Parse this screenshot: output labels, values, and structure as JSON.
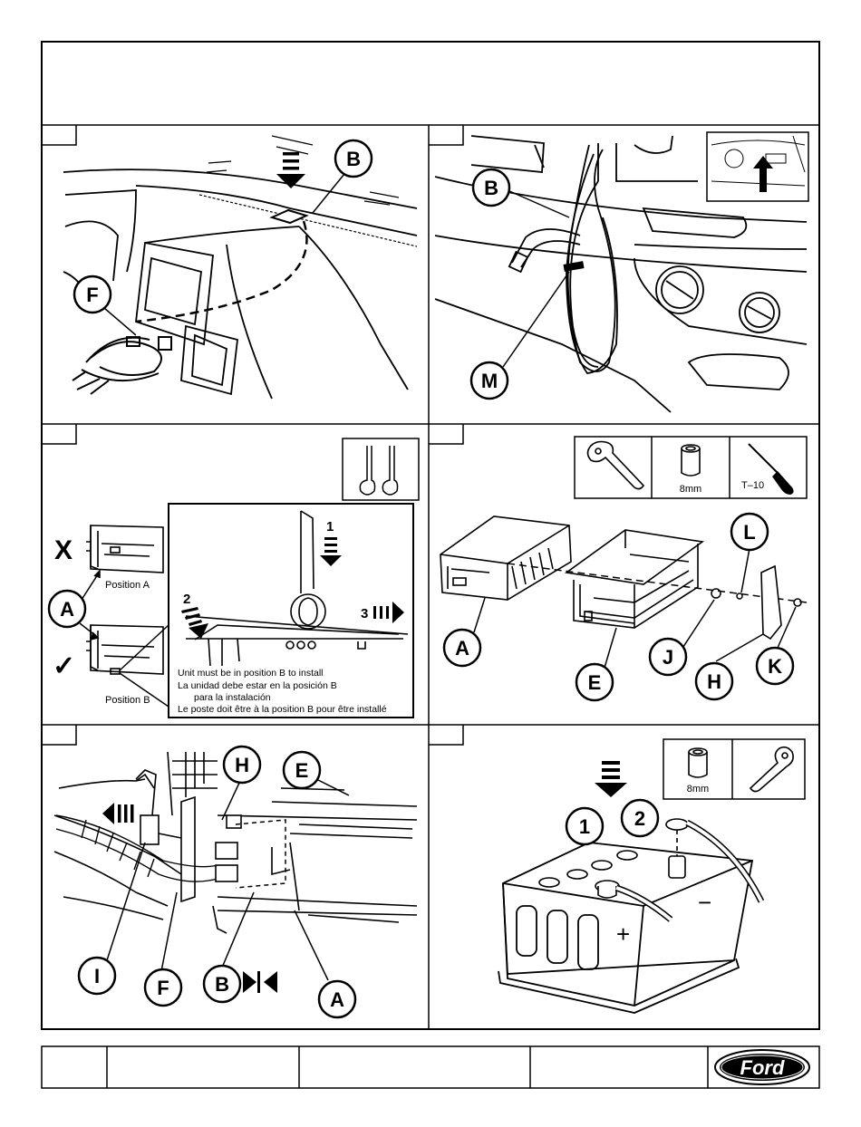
{
  "panels": {
    "p1": {
      "callouts": {
        "b": "B",
        "f": "F"
      }
    },
    "p2": {
      "callouts": {
        "b": "B",
        "m": "M"
      }
    },
    "p3": {
      "callouts": {
        "a": "A"
      },
      "mark_wrong": "X",
      "mark_right": "✓",
      "position_a": "Position A",
      "position_b": "Position B",
      "step1": "1",
      "step2": "2",
      "step3": "3",
      "note_en": "Unit must be in position B to install",
      "note_es_1": "La unidad debe estar en la posición B",
      "note_es_2": "para la instalación",
      "note_fr": "Le poste doit être à la position B pour être installé"
    },
    "p4": {
      "callouts": {
        "a": "A",
        "e": "E",
        "j": "J",
        "h": "H",
        "k": "K",
        "l": "L"
      },
      "tool_socket": "8mm",
      "tool_torx": "T–10"
    },
    "p5": {
      "callouts": {
        "h": "H",
        "e": "E",
        "i": "I",
        "f": "F",
        "b": "B",
        "a": "A"
      }
    },
    "p6": {
      "step1": "1",
      "step2": "2",
      "tool_socket": "8mm",
      "plus": "+",
      "minus": "−"
    }
  },
  "footer": {
    "brand": "Ford"
  },
  "icons": [
    "push-arrow-icon",
    "ratchet-icon",
    "socket-icon",
    "screwdriver-icon",
    "removal-tool-icon",
    "checkmark-icon",
    "ford-logo"
  ]
}
